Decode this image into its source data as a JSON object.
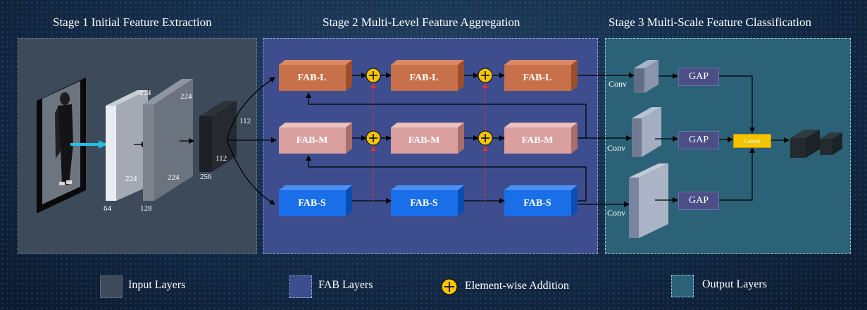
{
  "stages": {
    "stage1": "Stage 1 Initial Feature Extraction",
    "stage2": "Stage 2 Multi-Level Feature Aggregation",
    "stage3": "Stage 3 Multi-Scale Feature Classification"
  },
  "stage1_labels": {
    "a224": "224",
    "b224": "224",
    "c224": "224",
    "d224": "224",
    "n64": "64",
    "n128": "128",
    "n256": "256",
    "n112a": "112",
    "n112b": "112"
  },
  "fab": {
    "L": "FAB-L",
    "M": "FAB-M",
    "S": "FAB-S"
  },
  "stage3_labels": {
    "conv": "Conv",
    "gap": "GAP",
    "concat": "Concat"
  },
  "legend": {
    "input": "Input Layers",
    "fab": "FAB Layers",
    "add": "Element-wise Addition",
    "output": "Output Layers"
  },
  "colors": {
    "fab_L": "#c8704a",
    "fab_M": "#d9a09f",
    "fab_S": "#1a6ee8",
    "add_circle": "#f5c400",
    "cyan_arrow": "#22c1e6",
    "dashed_red": "#e53030"
  }
}
